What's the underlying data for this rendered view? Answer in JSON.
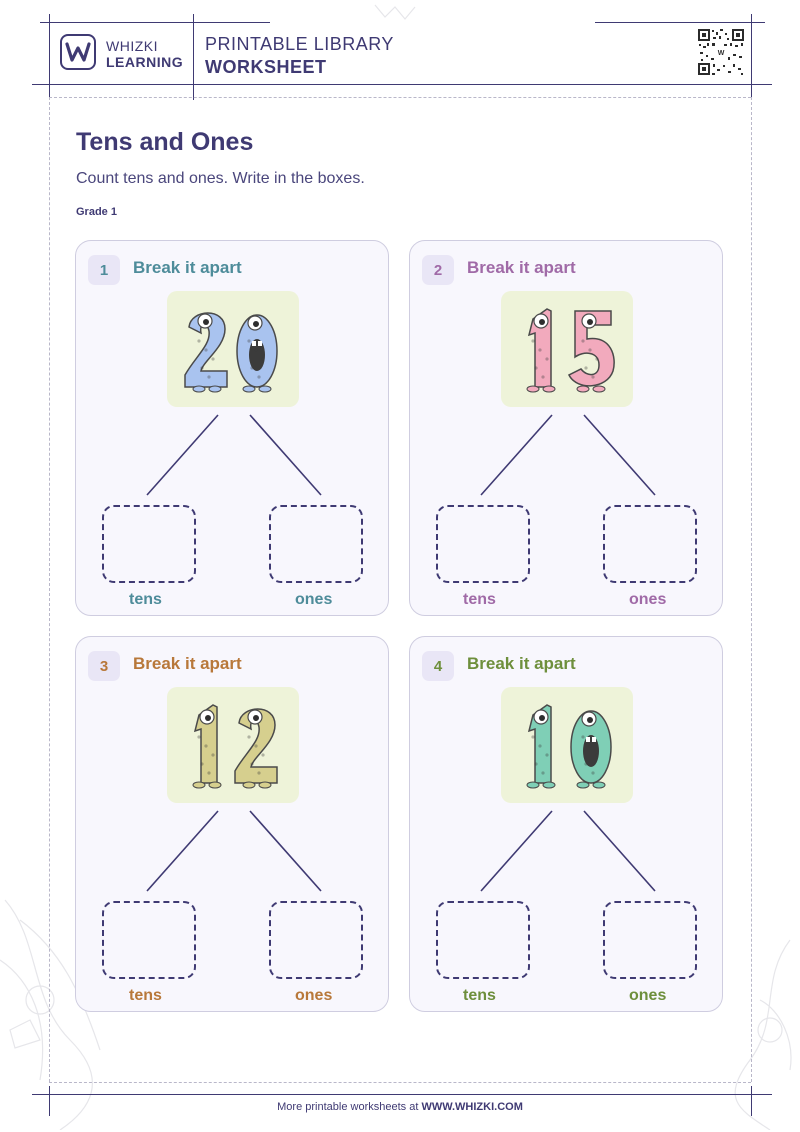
{
  "header": {
    "brand_line1": "WHIZKI",
    "brand_line2": "LEARNING",
    "library_line1": "PRINTABLE LIBRARY",
    "library_line2": "WORKSHEET",
    "logo_letter": "W"
  },
  "worksheet": {
    "title": "Tens and Ones",
    "instructions": "Count tens and ones. Write in the boxes.",
    "grade": "Grade 1"
  },
  "colors": {
    "primary": "#3f3a73",
    "teal": "#4e8c9a",
    "purple": "#a06aa7",
    "orange": "#b8783a",
    "green": "#6e8f3c",
    "card_bg": "#f8f7fd",
    "illus_bg": "#eef3d9"
  },
  "problems": [
    {
      "number": "1",
      "title": "Break it apart",
      "number_shown": 20,
      "tens_label": "tens",
      "ones_label": "ones",
      "accent": "#4e8c9a",
      "monster_color": "#a9c3ef"
    },
    {
      "number": "2",
      "title": "Break it apart",
      "number_shown": 15,
      "tens_label": "tens",
      "ones_label": "ones",
      "accent": "#a06aa7",
      "monster_color": "#f2aabd"
    },
    {
      "number": "3",
      "title": "Break it apart",
      "number_shown": 12,
      "tens_label": "tens",
      "ones_label": "ones",
      "accent": "#b8783a",
      "monster_color": "#d6cf8e"
    },
    {
      "number": "4",
      "title": "Break it apart",
      "number_shown": 10,
      "tens_label": "tens",
      "ones_label": "ones",
      "accent": "#6e8f3c",
      "monster_color": "#7fcfb6"
    }
  ],
  "footer": {
    "prefix": "More printable worksheets at",
    "site": "WWW.WHIZKI.COM"
  }
}
